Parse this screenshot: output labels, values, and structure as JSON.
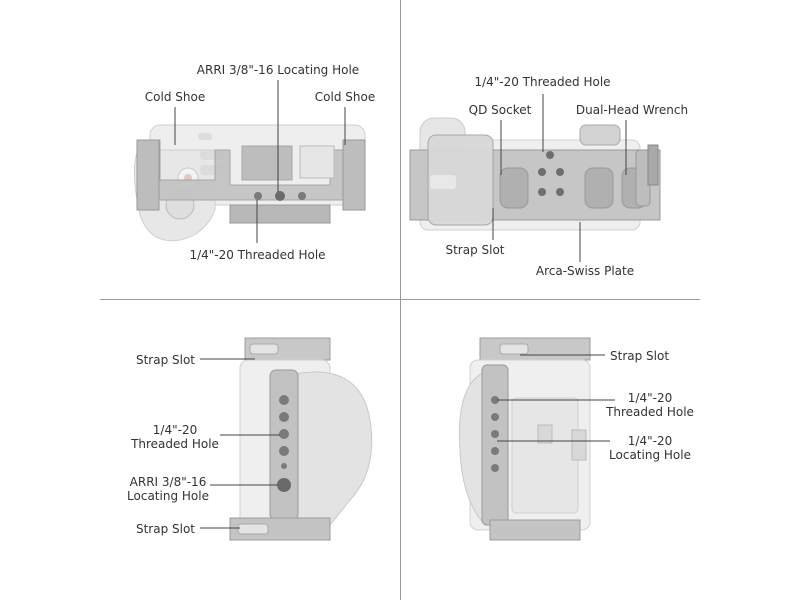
{
  "colors": {
    "background": "#ffffff",
    "divider": "#9a9a9a",
    "leader": "#444444",
    "text": "#333333"
  },
  "panels": [
    {
      "name": "top-view",
      "labels": {
        "cold_shoe_left": "Cold Shoe",
        "arri_hole": "ARRI 3/8\"-16 Locating Hole",
        "cold_shoe_right": "Cold Shoe",
        "threaded_hole": "1/4\"-20 Threaded Hole"
      }
    },
    {
      "name": "bottom-view",
      "labels": {
        "threaded_hole": "1/4\"-20 Threaded Hole",
        "qd_socket": "QD Socket",
        "wrench": "Dual-Head Wrench",
        "strap_slot": "Strap Slot",
        "arca_plate": "Arca-Swiss Plate"
      }
    },
    {
      "name": "left-side-view",
      "labels": {
        "strap_slot_top": "Strap Slot",
        "threaded_hole": "1/4\"-20\nThreaded Hole",
        "arri_hole": "ARRI 3/8\"-16\nLocating Hole",
        "strap_slot_bottom": "Strap Slot"
      }
    },
    {
      "name": "right-side-view",
      "labels": {
        "strap_slot": "Strap Slot",
        "threaded_hole": "1/4\"-20\nThreaded Hole",
        "locating_hole": "1/4\"-20\nLocating Hole"
      }
    }
  ]
}
